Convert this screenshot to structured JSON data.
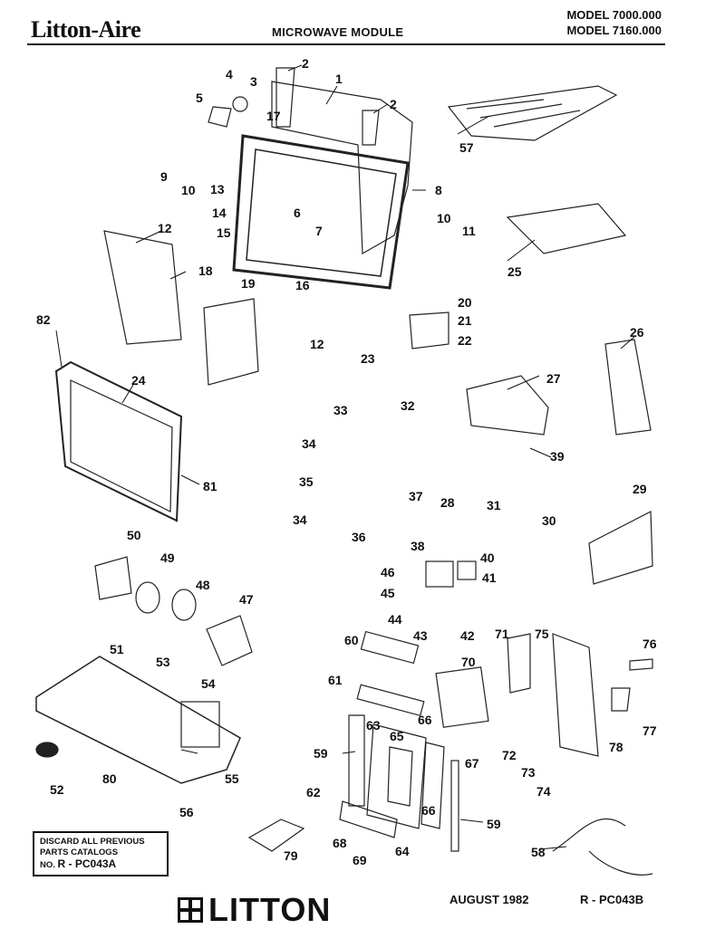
{
  "header": {
    "brand": "Litton-Aire",
    "title": "MICROWAVE MODULE",
    "model_1": "MODEL 7000.000",
    "model_2": "MODEL 7160.000"
  },
  "callouts": [
    "1",
    "2",
    "2",
    "3",
    "4",
    "5",
    "6",
    "7",
    "8",
    "9",
    "10",
    "10",
    "11",
    "12",
    "12",
    "13",
    "14",
    "15",
    "16",
    "17",
    "18",
    "19",
    "20",
    "21",
    "22",
    "23",
    "24",
    "25",
    "26",
    "27",
    "28",
    "29",
    "30",
    "31",
    "32",
    "33",
    "34",
    "34",
    "35",
    "36",
    "37",
    "38",
    "39",
    "40",
    "41",
    "42",
    "43",
    "44",
    "45",
    "46",
    "47",
    "48",
    "49",
    "50",
    "51",
    "52",
    "53",
    "54",
    "55",
    "56",
    "57",
    "58",
    "59",
    "59",
    "60",
    "61",
    "62",
    "63",
    "64",
    "65",
    "66",
    "66",
    "67",
    "68",
    "69",
    "70",
    "71",
    "72",
    "73",
    "74",
    "75",
    "76",
    "77",
    "78",
    "79",
    "80",
    "81",
    "82"
  ],
  "notice": {
    "line1": "DISCARD ALL PREVIOUS",
    "line2": "PARTS CATALOGS",
    "line3_prefix": "NO.",
    "line3_code": "R - PC043A"
  },
  "footer": {
    "logo_text": "LITTON",
    "date": "AUGUST 1982",
    "code": "R - PC043B"
  },
  "colors": {
    "ink": "#111111",
    "paper": "#ffffff"
  }
}
